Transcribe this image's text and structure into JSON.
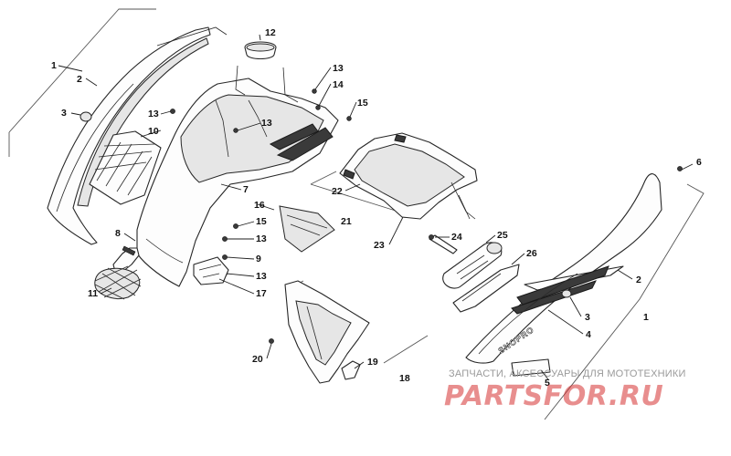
{
  "callouts": [
    {
      "id": "c1a",
      "text": "1"
    },
    {
      "id": "c2a",
      "text": "2"
    },
    {
      "id": "c3a",
      "text": "3"
    },
    {
      "id": "c10",
      "text": "10"
    },
    {
      "id": "c8",
      "text": "8"
    },
    {
      "id": "c11",
      "text": "11"
    },
    {
      "id": "c12",
      "text": "12"
    },
    {
      "id": "c13a",
      "text": "13"
    },
    {
      "id": "c13b",
      "text": "13"
    },
    {
      "id": "c13c",
      "text": "13"
    },
    {
      "id": "c14",
      "text": "14"
    },
    {
      "id": "c15a",
      "text": "15"
    },
    {
      "id": "c7",
      "text": "7"
    },
    {
      "id": "c16",
      "text": "16"
    },
    {
      "id": "c15b",
      "text": "15"
    },
    {
      "id": "c13d",
      "text": "13"
    },
    {
      "id": "c9",
      "text": "9"
    },
    {
      "id": "c13e",
      "text": "13"
    },
    {
      "id": "c17",
      "text": "17"
    },
    {
      "id": "c22",
      "text": "22"
    },
    {
      "id": "c21",
      "text": "21"
    },
    {
      "id": "c23",
      "text": "23"
    },
    {
      "id": "c24",
      "text": "24"
    },
    {
      "id": "c25",
      "text": "25"
    },
    {
      "id": "c26",
      "text": "26"
    },
    {
      "id": "c6",
      "text": "6"
    },
    {
      "id": "c2b",
      "text": "2"
    },
    {
      "id": "c1b",
      "text": "1"
    },
    {
      "id": "c3b",
      "text": "3"
    },
    {
      "id": "c4",
      "text": "4"
    },
    {
      "id": "c5",
      "text": "5"
    },
    {
      "id": "c20",
      "text": "20"
    },
    {
      "id": "c19",
      "text": "19"
    },
    {
      "id": "c18",
      "text": "18"
    }
  ],
  "decal_text": "SNOPRO",
  "watermark": {
    "line1": "ЗАПЧАСТИ, АКСЕССУАРЫ ДЛЯ МОТОТЕХНИКИ",
    "line2": "PARTSFOR.RU",
    "color": "#d63232"
  }
}
